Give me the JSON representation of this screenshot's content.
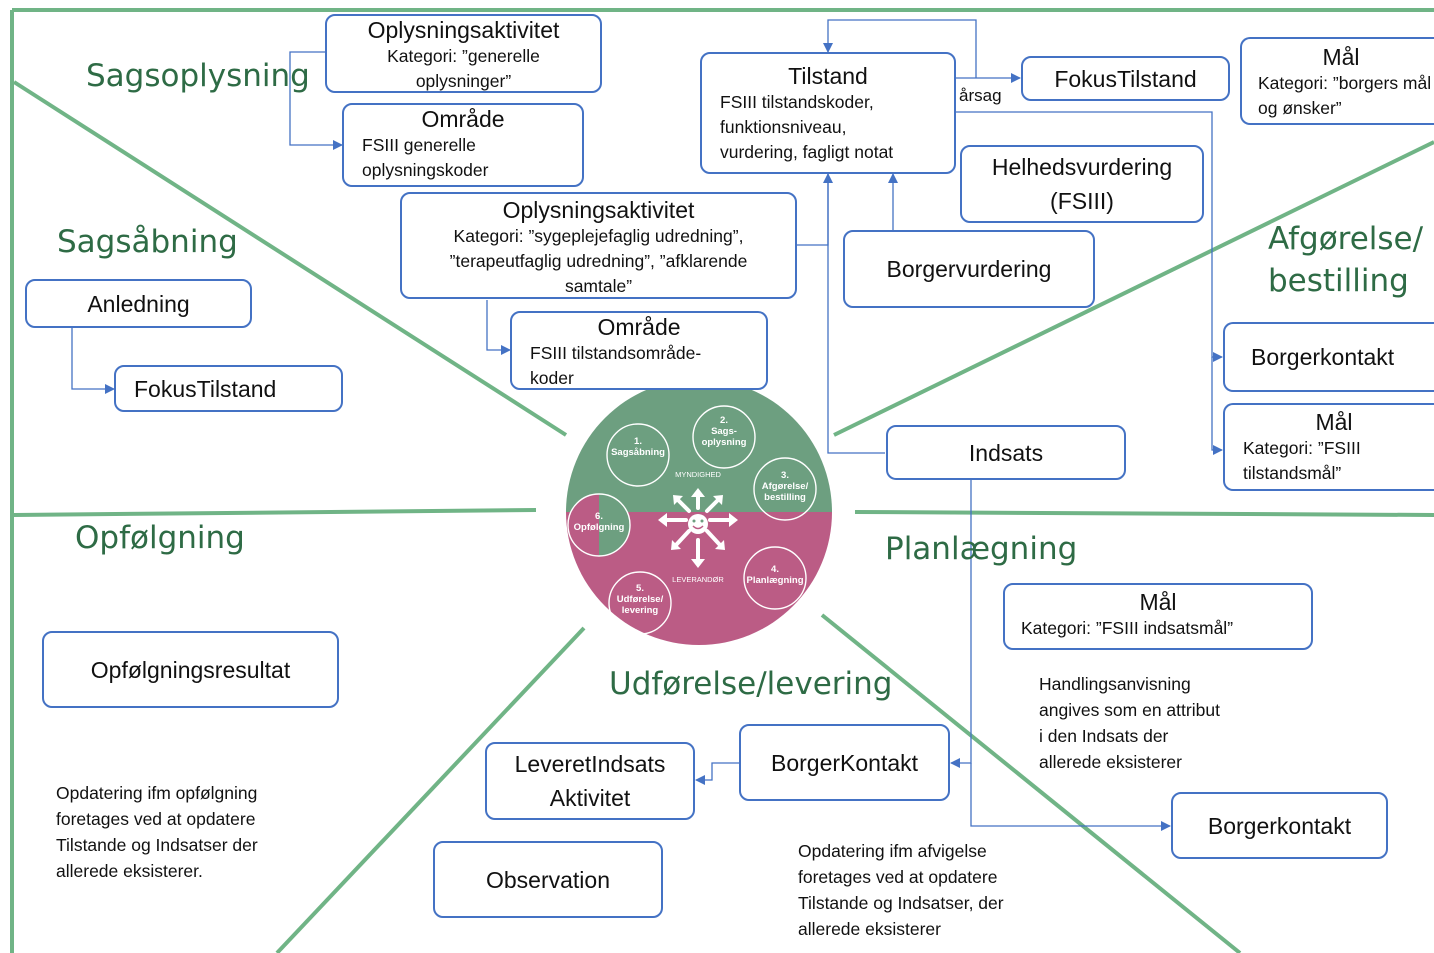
{
  "sections": {
    "sagsoplysning": "Sagsoplysning",
    "sagsaabning": "Sagsåbning",
    "afgoerelse": "Afgørelse/\nbestilling",
    "opfoelgning": "Opfølgning",
    "planlaegning": "Planlægning",
    "udfoerelse": "Udførelse/levering"
  },
  "boxes": {
    "oplysning1": {
      "title": "Oplysningsaktivitet",
      "sub": "Kategori: ”generelle oplysninger”"
    },
    "omraade1": {
      "title": "Område",
      "sub": "FSIII generelle oplysningskoder"
    },
    "tilstand": {
      "title": "Tilstand",
      "sub": "FSIII tilstandskoder, funktionsniveau, vurdering, fagligt notat"
    },
    "fokustilstand_top": {
      "title": "FokusTilstand"
    },
    "maal_top": {
      "title": "Mål",
      "sub": "Kategori: ”borgers mål og ønsker”"
    },
    "helhedsvurdering": {
      "title": "Helhedsvurdering (FSIII)"
    },
    "oplysning2": {
      "title": "Oplysningsaktivitet",
      "sub": "Kategori: ”sygeplejefaglig udredning”, ”terapeutfaglig udredning”, ”afklarende samtale”"
    },
    "borgervurdering": {
      "title": "Borgervurdering"
    },
    "omraade2": {
      "title": "Område",
      "sub": "FSIII tilstandsområde-koder"
    },
    "anledning": {
      "title": "Anledning"
    },
    "fokustilstand_left": {
      "title": "FokusTilstand"
    },
    "borgerkontakt_right": {
      "title": "Borgerkontakt"
    },
    "maal_right": {
      "title": "Mål",
      "sub": "Kategori: ”FSIII tilstandsmål”"
    },
    "indsats": {
      "title": "Indsats"
    },
    "maal_plan": {
      "title": "Mål",
      "sub": "Kategori: ”FSIII indsatsmål”"
    },
    "opfoelgningsresultat": {
      "title": "Opfølgningsresultat"
    },
    "leveretindsats": {
      "title": "LeveretIndsats Aktivitet"
    },
    "borgerkontakt_mid": {
      "title": "BorgerKontakt"
    },
    "borgerkontakt_bottom": {
      "title": "Borgerkontakt"
    },
    "observation": {
      "title": "Observation"
    }
  },
  "labels": {
    "aarsag": "årsag"
  },
  "notes": {
    "handlingsanvisning": "Handlingsanvisning\nangives som en attribut\ni den Indsats der\nallerede eksisterer",
    "opfoelgning": "Opdatering ifm opfølgning\nforetages ved at opdatere\nTilstande og Indsatser der\nallerede eksisterer.",
    "afvigelse": "Opdatering ifm afvigelse\nforetages ved at opdatere\nTilstande og Indsatser, der\nallerede eksisterer"
  },
  "circle": {
    "top_label": "MYNDIGHED",
    "bottom_label": "LEVERANDØR",
    "steps": [
      "1.\nSagsåbning",
      "2.\nSags-\noplysning",
      "3.\nAfgørelse/\nbestilling",
      "4.\nPlanlægning",
      "5.\nUdførelse/\nlevering",
      "6.\nOpfølgning"
    ]
  },
  "colors": {
    "section_text": "#2e6b45",
    "divider": "#70b486",
    "box_border": "#4472c4",
    "circle_top": "#6d9f80",
    "circle_bottom": "#bb5c85"
  }
}
